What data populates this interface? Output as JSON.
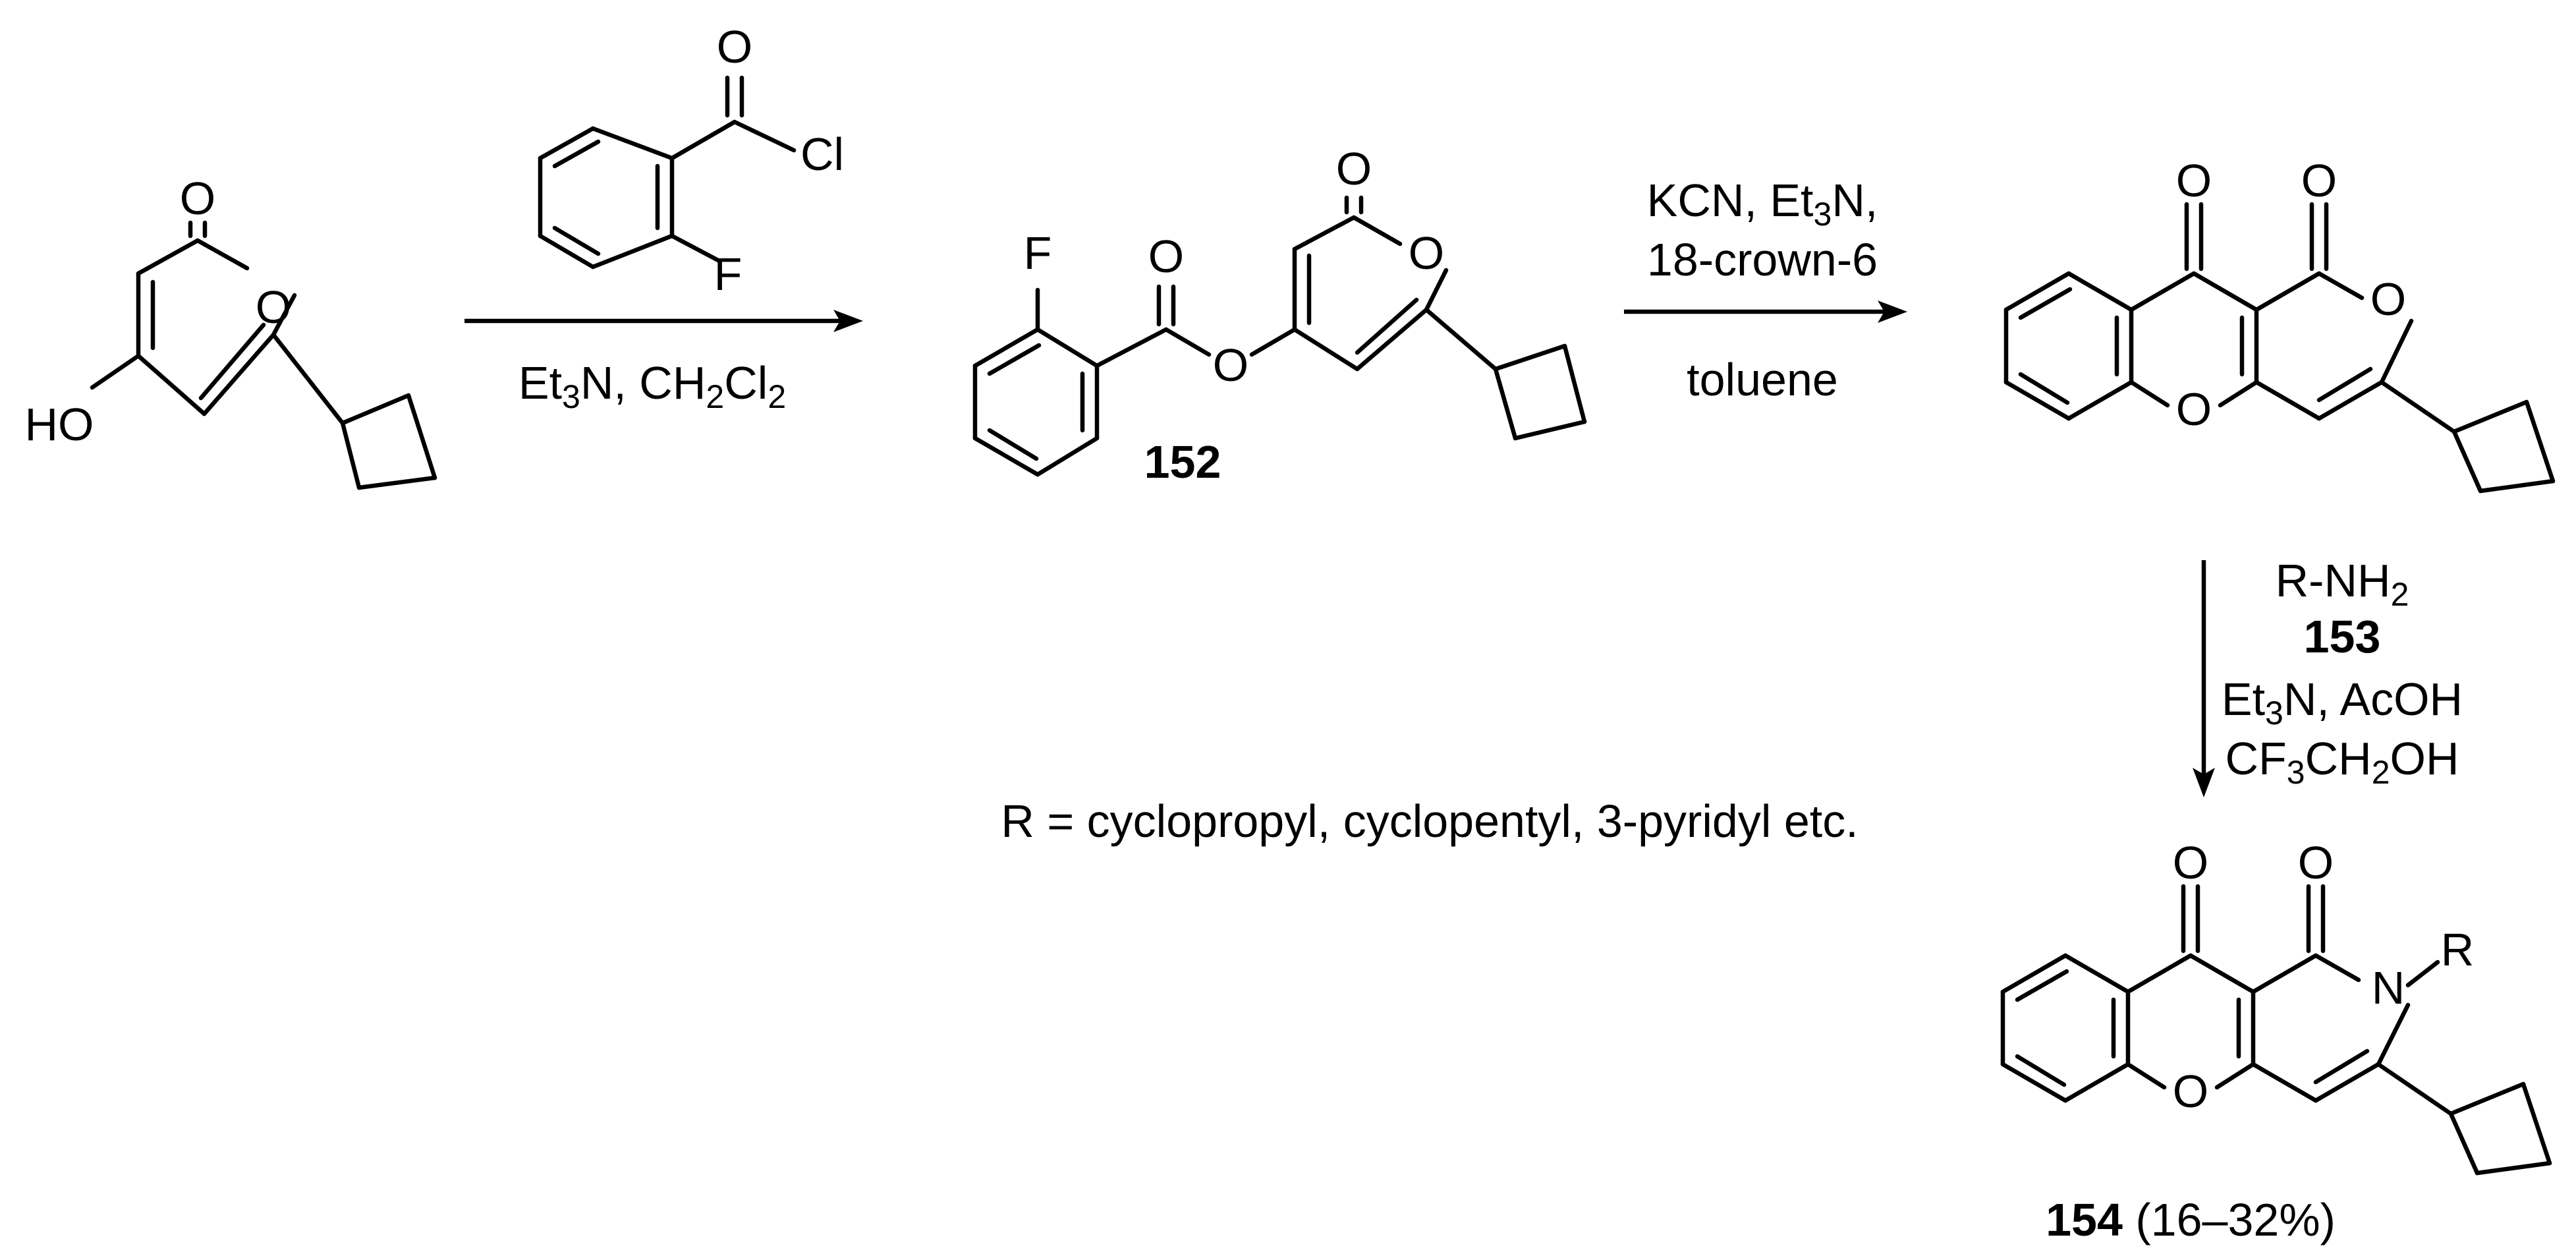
{
  "atoms": {
    "sm1": {
      "o_carbonyl": "O",
      "o_ring": "O",
      "ho": "HO"
    },
    "acyl_chloride": {
      "o": "O",
      "cl": "Cl",
      "f": "F"
    },
    "c152": {
      "f": "F",
      "o_ester_carbonyl": "O",
      "o_ester": "O",
      "o_pyrone_carbonyl": "O",
      "o_ring": "O"
    },
    "c153": {
      "o_ketone": "O",
      "o_lactone": "O",
      "o_ring": "O",
      "o_xanthone": "O"
    },
    "c154": {
      "o_ketone": "O",
      "o_lactam": "O",
      "n": "N",
      "r": "R",
      "o_xanthone": "O"
    }
  },
  "compound_labels": {
    "c152": "152",
    "c153": "153",
    "c154": "154",
    "c154_yield": "(16–32%)"
  },
  "step1": {
    "line1": [
      "Et",
      "3",
      "N, CH",
      "2",
      "Cl",
      "2"
    ]
  },
  "step2": {
    "line1_pre": "KCN, Et",
    "line1_sub": "3",
    "line1_post": "N,",
    "line2": "18-crown-6",
    "line3": "toluene"
  },
  "step3": {
    "amine_pre": "R-NH",
    "amine_sub": "2",
    "base_pre": "Et",
    "base_sub": "3",
    "base_post": "N, AcOH",
    "solvent": [
      "CF",
      "3",
      "CH",
      "2",
      "OH"
    ]
  },
  "footnote": "R = cyclopropyl, cyclopentyl, 3-pyridyl etc."
}
